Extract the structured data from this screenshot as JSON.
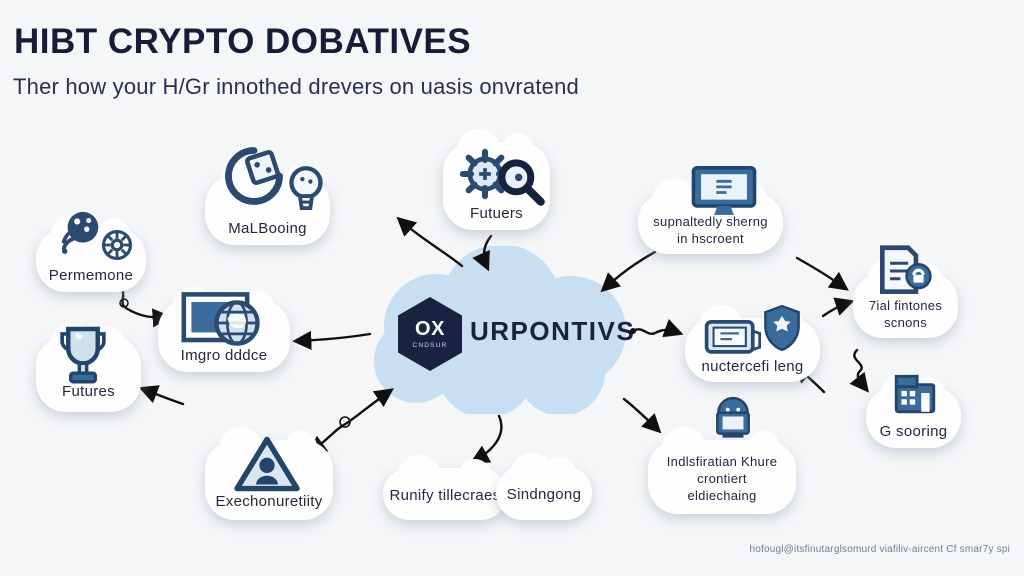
{
  "header": {
    "title": "HIBT CRYPTO DOBATIVES",
    "subtitle": "Ther how your H/Gr innothed drevers on uasis onvratend"
  },
  "center": {
    "badge_primary": "OX",
    "badge_secondary": "CNDSUR",
    "label": "URPONTIVS",
    "cloud_color": "#c7dff0",
    "badge_color": "#1b2240"
  },
  "nodes": [
    {
      "id": "permemone",
      "label": "Permemone",
      "icons": [
        "wifi-ball-icon",
        "gear-flower-icon"
      ]
    },
    {
      "id": "malbooing",
      "label": "MaLBooing",
      "icons": [
        "dice-circle-icon",
        "lightbulb-icon"
      ]
    },
    {
      "id": "futuers",
      "label": "Futuers",
      "icons": [
        "gear-icon",
        "magnifier-icon"
      ]
    },
    {
      "id": "supnaltedly",
      "lines": [
        "supnaltedly sherng",
        "in hscroent"
      ],
      "icons": [
        "monitor-icon"
      ]
    },
    {
      "id": "fintones",
      "lines": [
        "7ial fintones",
        "scnons"
      ],
      "icons": [
        "document-lock-icon"
      ]
    },
    {
      "id": "nuctercefi",
      "label": "nuctercefi leng",
      "icons": [
        "tablet-icon",
        "shield-icon"
      ]
    },
    {
      "id": "gsooring",
      "label": "G sooring",
      "icons": [
        "building-icon"
      ]
    },
    {
      "id": "indls",
      "lines": [
        "Indlsfiratian Khure",
        "crontiert",
        "eldiechaing"
      ],
      "icons": [
        "monitor-icon"
      ]
    },
    {
      "id": "runify",
      "label": "Runify tillecraes",
      "icons": []
    },
    {
      "id": "sindngong",
      "label": "Sindngong",
      "icons": []
    },
    {
      "id": "exechon",
      "label": "Exechonuretiity",
      "icons": [
        "warning-triangle-icon"
      ]
    },
    {
      "id": "imgro",
      "label": "Imgro dddce",
      "icons": [
        "picture-frame-icon",
        "globe-icon"
      ]
    },
    {
      "id": "futures",
      "label": "Futures",
      "icons": [
        "trophy-icon"
      ]
    }
  ],
  "footer": {
    "caption": "hofougl@itsfinutarglsomurd viafiliv-aircent Cf smar7y spi"
  },
  "colors": {
    "background": "#f5f6f8",
    "title_text": "#171d36",
    "cloud_blue": "#c7dff0",
    "icon_steel_blue": "#3b6b9b",
    "icon_navy": "#2c4a70",
    "arrow_black": "#101010"
  }
}
